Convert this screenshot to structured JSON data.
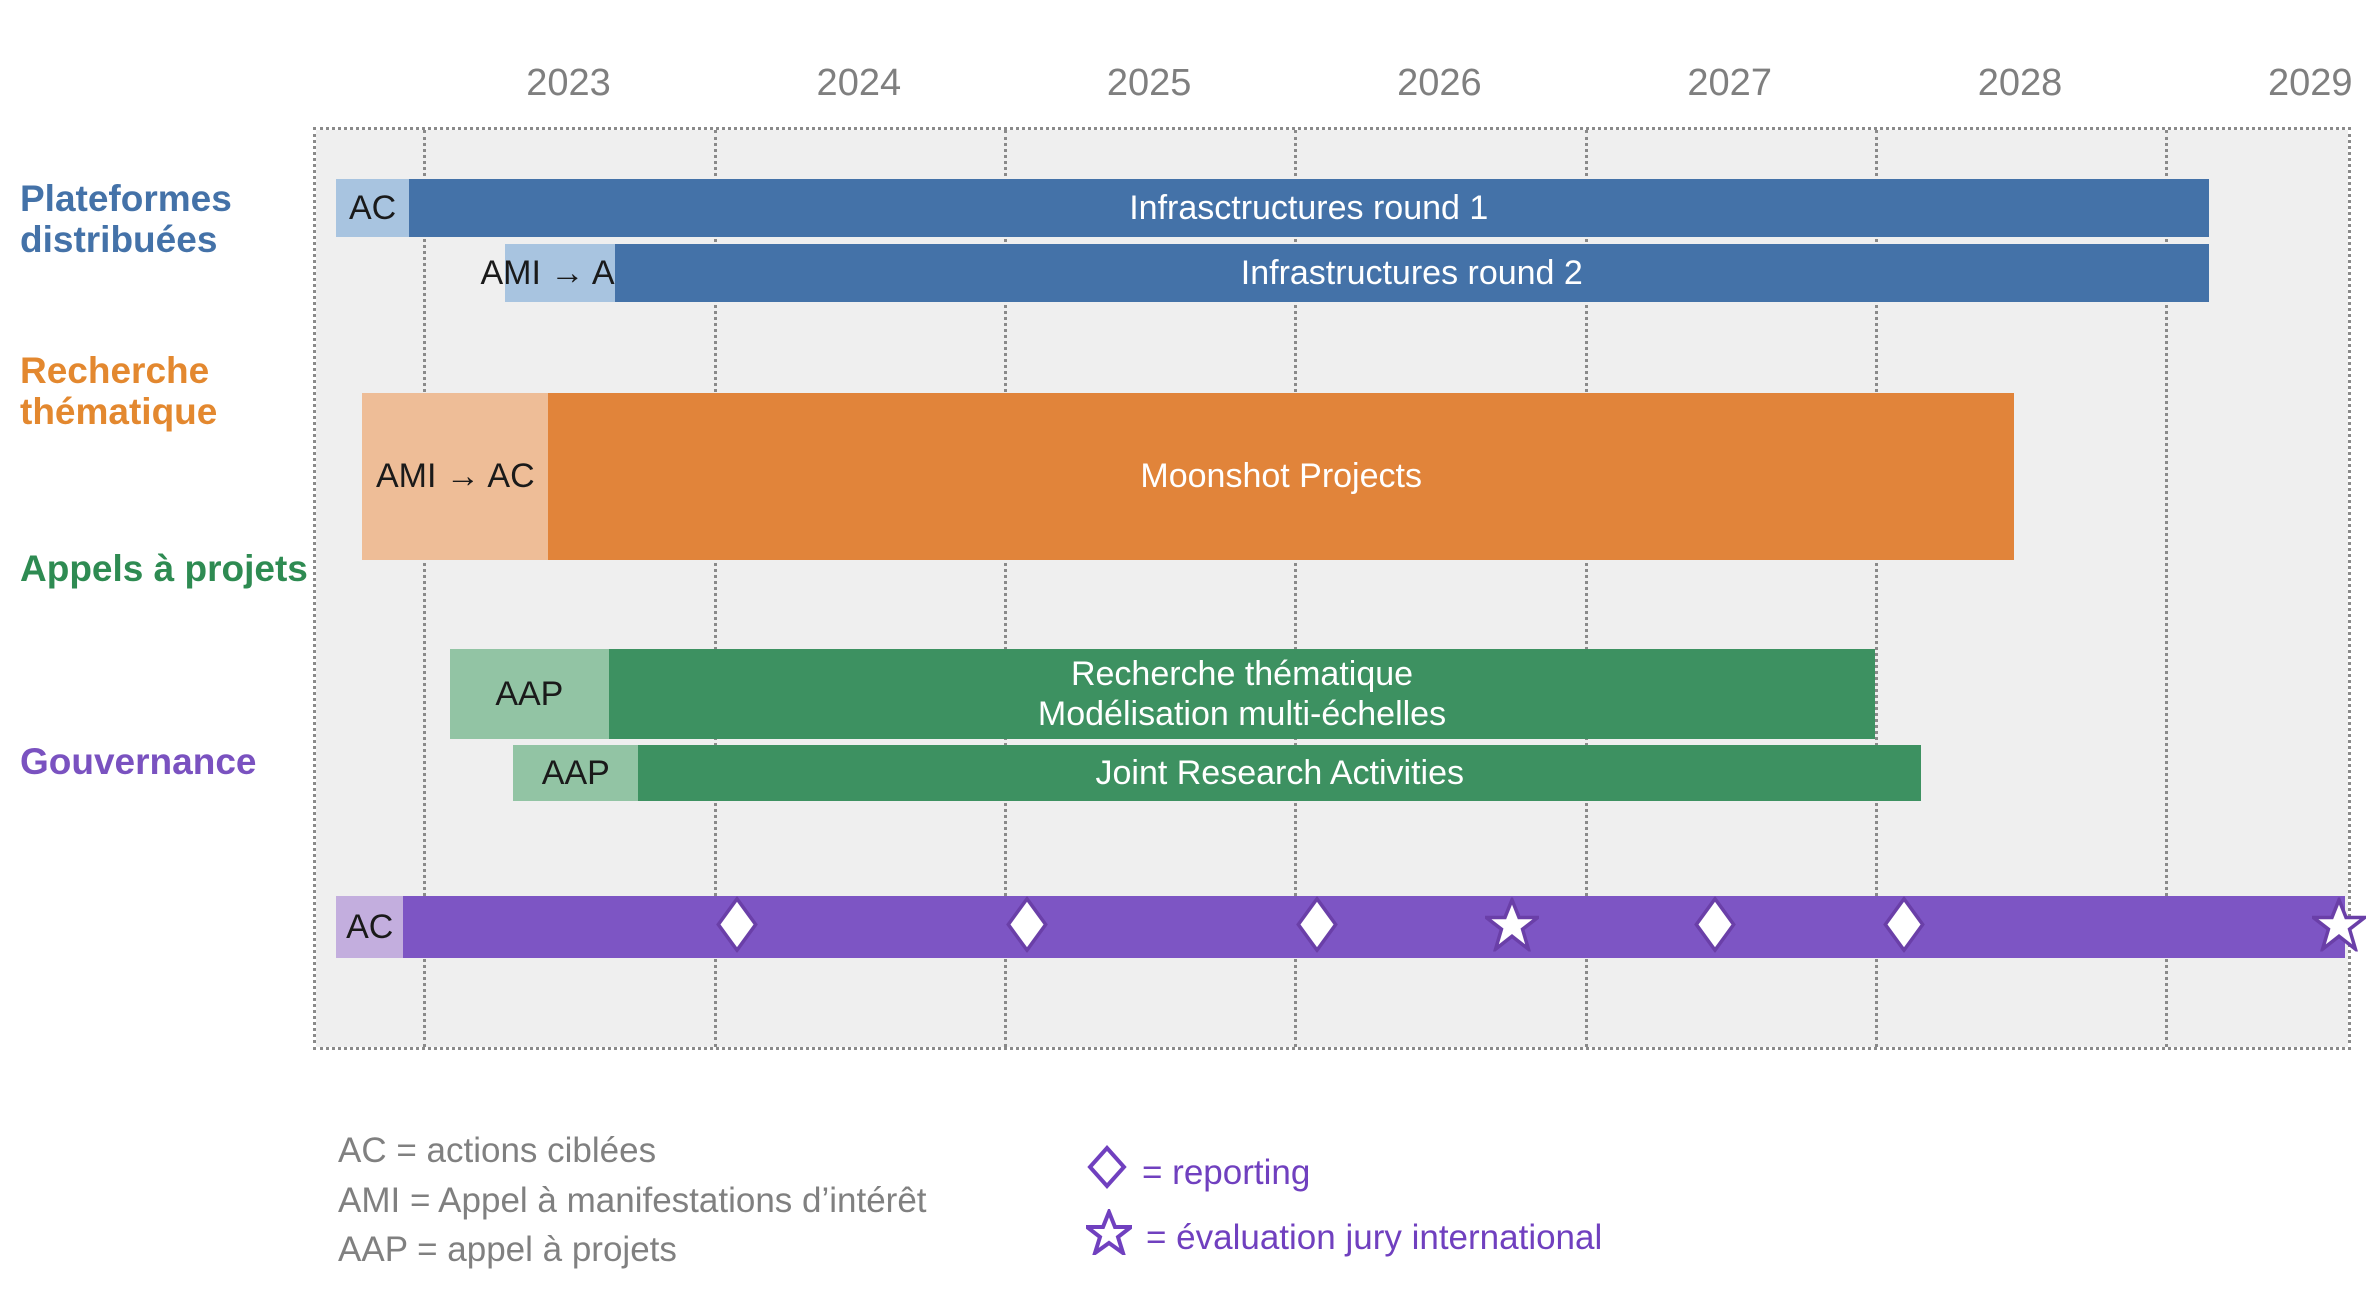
{
  "chart_data": {
    "type": "bar",
    "chart_kind": "gantt",
    "title": "",
    "xlabel": "",
    "ylabel": "",
    "grid": true,
    "axis": {
      "tick_labels": [
        "2023",
        "2024",
        "2025",
        "2026",
        "2027",
        "2028",
        "2029"
      ],
      "range_start": 2022.63,
      "range_end": 2029.63,
      "gridlines_at": [
        2023.0,
        2024.0,
        2025.0,
        2026.0,
        2027.0,
        2028.0,
        2029.0
      ]
    },
    "categories": [
      {
        "name": "Plateformes distribuées",
        "color": "#4472a8",
        "tasks": [
          {
            "label": "Infrasctructures round 1",
            "prefix": "AC",
            "prefix_start": 2022.7,
            "start": 2022.95,
            "end": 2029.15,
            "fill": "#4472a8",
            "prefix_fill": "#a8c4e0"
          },
          {
            "label": "Infrastructures round 2",
            "prefix": "AMI → AC",
            "prefix_start": 2023.28,
            "start": 2023.66,
            "end": 2029.15,
            "fill": "#4472a8",
            "prefix_fill": "#a8c4e0"
          }
        ]
      },
      {
        "name": "Recherche thématique",
        "color": "#e3882f",
        "tasks": [
          {
            "label": "Moonshot Projects",
            "prefix": "AMI → AC",
            "prefix_start": 2022.79,
            "start": 2023.43,
            "end": 2028.48,
            "fill": "#e1843a",
            "prefix_fill": "#eebd97"
          }
        ]
      },
      {
        "name": "Appels à projets",
        "color": "#2e8b52",
        "tasks": [
          {
            "label": "Recherche thématique\nModélisation multi-échelles",
            "prefix": "AAP",
            "prefix_start": 2023.09,
            "start": 2023.64,
            "end": 2028.0,
            "fill": "#3d9161",
            "prefix_fill": "#92c4a4"
          },
          {
            "label": "Joint Research Activities",
            "prefix": "AAP",
            "prefix_start": 2023.31,
            "start": 2023.74,
            "end": 2028.16,
            "fill": "#3d9161",
            "prefix_fill": "#92c4a4"
          }
        ]
      },
      {
        "name": "Gouvernance",
        "color": "#7a52c0",
        "tasks": [
          {
            "label": "",
            "prefix": "AC",
            "prefix_start": 2022.7,
            "start": 2022.93,
            "end": 2029.62,
            "fill": "#7d55c4",
            "prefix_fill": "#c3aede"
          }
        ],
        "milestones": [
          {
            "type": "diamond",
            "at": 2024.08
          },
          {
            "type": "diamond",
            "at": 2025.08
          },
          {
            "type": "diamond",
            "at": 2026.08
          },
          {
            "type": "star",
            "at": 2026.75
          },
          {
            "type": "diamond",
            "at": 2027.45
          },
          {
            "type": "diamond",
            "at": 2028.1
          },
          {
            "type": "star",
            "at": 2029.6
          }
        ]
      }
    ],
    "legend": {
      "abbreviations": [
        "AC = actions ciblées",
        "AMI = Appel à manifestations d’intérêt",
        "AAP = appel à projets"
      ],
      "symbols": [
        {
          "icon": "diamond-outline-icon",
          "label": "= reporting"
        },
        {
          "icon": "star-outline-icon",
          "label": "= évaluation jury international"
        }
      ],
      "symbol_color": "#7040bf"
    },
    "colors": {
      "plot_background": "#efefef",
      "gridline": "#8a8a8a",
      "axis_text": "#7f7f7f",
      "abbrev_text": "#808080",
      "blue": "#4472a8",
      "blue_light": "#a8c4e0",
      "orange": "#e1843a",
      "orange_light": "#eebd97",
      "green": "#3d9161",
      "green_light": "#92c4a4",
      "purple": "#7d55c4",
      "purple_light": "#c3aede",
      "label_blue": "#4472a8",
      "label_orange": "#e3882f",
      "label_green": "#2e8b52",
      "label_purple": "#7a52c0"
    }
  }
}
